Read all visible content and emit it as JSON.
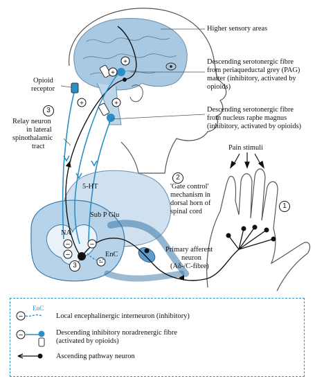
{
  "labels": {
    "higher_sensory": "Higher sensory areas",
    "pag_l1": "Descending serotonergic fibre",
    "pag_l2": "from periaqueductal grey (PAG)",
    "pag_l3": "matter (inhibitory, activated by",
    "pag_l4": "opioids)",
    "nrm_l1": "Descending serotonergic fibre",
    "nrm_l2": "from nucleus raphe magnus",
    "nrm_l3": "(inhibitory, activated by opioids)",
    "opioid_l1": "Opioid",
    "opioid_l2": "receptor",
    "relay_l1": "Relay neuron",
    "relay_l2": "in lateral",
    "relay_l3": "spinothalamic",
    "relay_l4": "tract",
    "pain_stimuli": "Pain stimuli",
    "gate_l1": "'Gate control'",
    "gate_l2": "mechanism in",
    "gate_l3": "dorsal horn of",
    "gate_l4": "spinal cord",
    "ht5": "5-HT",
    "subp": "Sub P Glu",
    "na": "NA",
    "enc": "EnC",
    "afferent_l1": "Primary afferent",
    "afferent_l2": "neuron",
    "afferent_l3": "(Aδ-/C-fibre)",
    "num1": "1",
    "num2": "2",
    "num3": "3",
    "plus": "+",
    "minus": "−"
  },
  "legend": {
    "enc_symbol": "EnC",
    "local_enc": "Local encephalinergic interneuron (inhibitory)",
    "desc_l1": "Descending inhibitory noradrenergic fibre",
    "desc_l2": "(activated by opioids)",
    "ascending": "Ascending pathway neuron"
  },
  "colors": {
    "blue": "#2a8fc4",
    "light_blue": "#c9e0f0",
    "mid_blue": "#9fc6e3",
    "dark": "#111111"
  }
}
